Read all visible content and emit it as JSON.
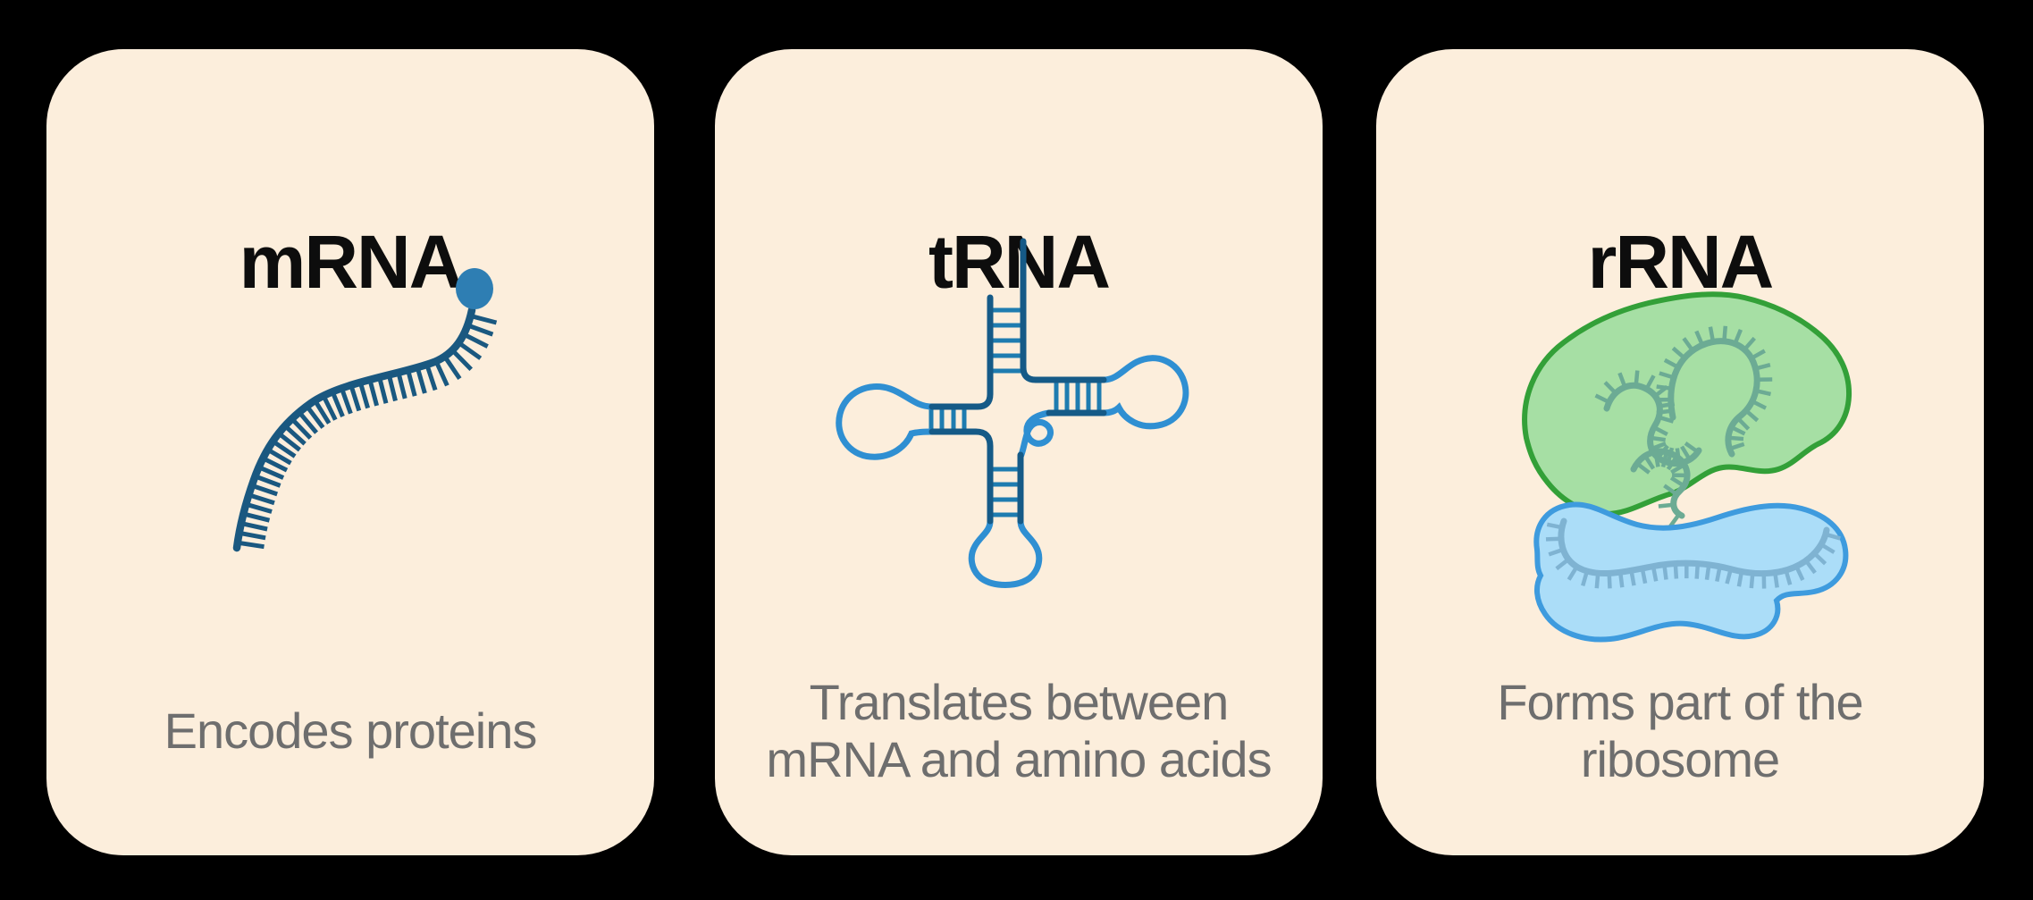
{
  "page": {
    "background": "#000000",
    "card_background": "#FCEEDC",
    "title_color": "#0D0D0D",
    "caption_color": "#6E6E6E"
  },
  "cards": [
    {
      "title": "mRNA",
      "caption_lines": [
        "Encodes proteins"
      ],
      "icon": "mrna-strand-icon"
    },
    {
      "title": "tRNA",
      "caption_lines": [
        "Translates between",
        "mRNA and amino acids"
      ],
      "icon": "trna-cloverleaf-icon"
    },
    {
      "title": "rRNA",
      "caption_lines": [
        "Forms part of the",
        "ribosome"
      ],
      "icon": "rrna-ribosome-subunits-icon"
    }
  ],
  "colors": {
    "mrna_strand": "#1A5880",
    "mrna_cap_dot": "#2E7EB3",
    "trna_dark": "#155A87",
    "trna_light": "#2F8FD2",
    "trna_rung": "#1E7CB0",
    "rrna_large_fill": "#A6DFA4",
    "rrna_large_stroke": "#33A038",
    "rrna_large_strand": "#6CAB94",
    "rrna_small_fill": "#ABDDF8",
    "rrna_small_stroke": "#3E9BDE",
    "rrna_small_strand": "#7FB3D2"
  }
}
